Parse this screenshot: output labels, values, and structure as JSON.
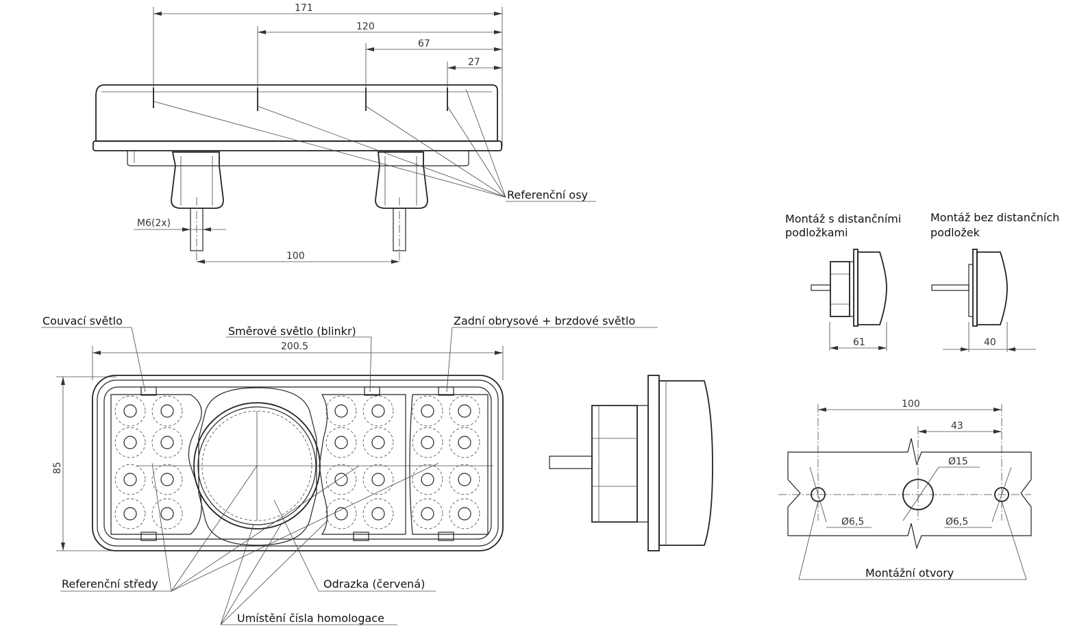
{
  "labels": {
    "reference_axes": "Referenční osy",
    "reverse_light": "Couvací světlo",
    "direction_indicator": "Směrové světlo (blinkr)",
    "rear_position_brake": "Zadní obrysové + brzdové světlo",
    "reference_centers": "Referenční středy",
    "reflector": "Odrazka (červená)",
    "homologation_position": "Umístění čísla homologace",
    "mount_with_spacers_line1": "Montáž s distančními",
    "mount_with_spacers_line2": "podložkami",
    "mount_without_spacers_line1": "Montáž bez distančních",
    "mount_without_spacers_line2": "podložek",
    "mounting_holes": "Montážní otvory"
  },
  "dimensions": {
    "top_171": "171",
    "top_120": "120",
    "top_67": "67",
    "top_27": "27",
    "thread": "M6(2x)",
    "stud_spacing": "100",
    "width": "200.5",
    "height": "85",
    "depth_with_spacers": "61",
    "depth_without_spacers": "40",
    "holes_spacing": "100",
    "center_hole_offset": "43",
    "center_hole_dia": "Ø15",
    "hole_dia_left": "Ø6,5",
    "hole_dia_right": "Ø6,5"
  }
}
